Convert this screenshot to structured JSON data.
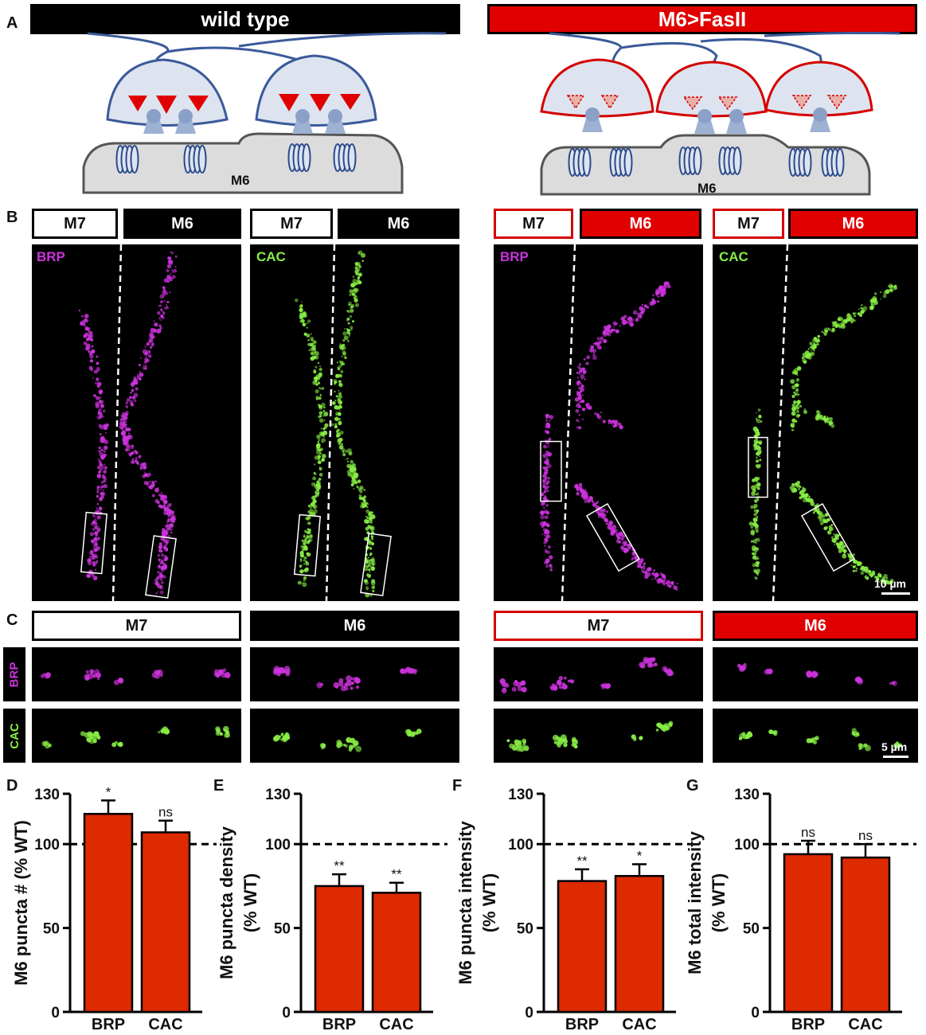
{
  "panel_labels": {
    "A": "A",
    "B": "B",
    "C": "C",
    "D": "D",
    "E": "E",
    "F": "F",
    "G": "G"
  },
  "panel_a": {
    "wt_title": "wild type",
    "mut_title": "M6>FasII",
    "muscle_label": "M6",
    "colors": {
      "wt_outline": "#3a5a9a",
      "mut_outline": "#d40000",
      "active_zone": "#e00000",
      "muscle": "#dcdcdc",
      "bouton_fill": "#dde4f0",
      "receptor": "#9db1d3"
    }
  },
  "panel_b": {
    "wt_tags": [
      "M7",
      "M6",
      "M7",
      "M6"
    ],
    "mut_tags": [
      "M7",
      "M6",
      "M7",
      "M6"
    ],
    "channels": [
      "BRP",
      "CAC",
      "BRP",
      "CAC"
    ],
    "scale": "10 µm",
    "colors": {
      "brp": "#cc33dd",
      "cac": "#88ee44"
    }
  },
  "panel_c": {
    "tags": [
      "M7",
      "M6",
      "M7",
      "M6"
    ],
    "row_labels": [
      "BRP",
      "CAC"
    ],
    "scale": "5 µm"
  },
  "chart_data": [
    {
      "type": "bar",
      "panel": "D",
      "categories": [
        "BRP",
        "CAC"
      ],
      "values": [
        118,
        107
      ],
      "errors": [
        8,
        7
      ],
      "significance": [
        "*",
        "ns"
      ],
      "ylabel": "M6 puncta # (% WT)",
      "ylim": [
        0,
        130
      ],
      "yticks": [
        0,
        50,
        100,
        130
      ],
      "reference_line": 100
    },
    {
      "type": "bar",
      "panel": "E",
      "categories": [
        "BRP",
        "CAC"
      ],
      "values": [
        75,
        71
      ],
      "errors": [
        7,
        6
      ],
      "significance": [
        "**",
        "**"
      ],
      "ylabel": [
        "M6 puncta density",
        "(% WT)"
      ],
      "ylim": [
        0,
        130
      ],
      "yticks": [
        0,
        50,
        100,
        130
      ],
      "reference_line": 100
    },
    {
      "type": "bar",
      "panel": "F",
      "categories": [
        "BRP",
        "CAC"
      ],
      "values": [
        78,
        81
      ],
      "errors": [
        7,
        7
      ],
      "significance": [
        "**",
        "*"
      ],
      "ylabel": [
        "M6 puncta intensity",
        "(% WT)"
      ],
      "ylim": [
        0,
        130
      ],
      "yticks": [
        0,
        50,
        100,
        130
      ],
      "reference_line": 100
    },
    {
      "type": "bar",
      "panel": "G",
      "categories": [
        "BRP",
        "CAC"
      ],
      "values": [
        94,
        92
      ],
      "errors": [
        8,
        8
      ],
      "significance": [
        "ns",
        "ns"
      ],
      "ylabel": [
        "M6 total intensity",
        "(% WT)"
      ],
      "ylim": [
        0,
        130
      ],
      "yticks": [
        0,
        50,
        100,
        130
      ],
      "reference_line": 100
    }
  ],
  "bar_color": "#dd2a00"
}
